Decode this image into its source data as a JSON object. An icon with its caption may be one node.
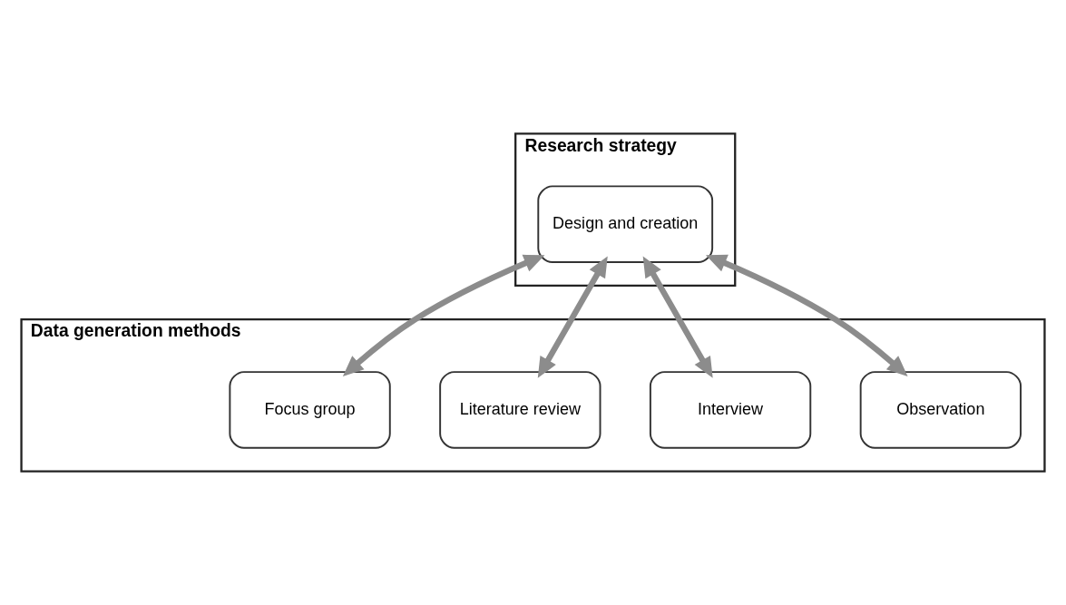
{
  "diagram": {
    "nodes": [
      {
        "text": [
          "Research strategy"
        ]
      },
      {
        "text": [
          "Design and creation"
        ],
        "in": 0
      },
      {
        "text": [
          "Data generation methods"
        ]
      },
      {
        "text": [
          "Focus group"
        ],
        "in": 2
      },
      {
        "text": [
          "Literature review"
        ],
        "in": 2
      },
      {
        "text": [
          "Interview"
        ],
        "in": 2
      },
      {
        "text": [
          "Observation"
        ],
        "in": 2
      }
    ],
    "edges": [
      {
        "from": 1,
        "to": 3,
        "arrow": "both"
      },
      {
        "from": 1,
        "to": 4,
        "arrow": "both"
      },
      {
        "from": 1,
        "to": 5,
        "arrow": "both"
      },
      {
        "from": 1,
        "to": 6,
        "arrow": "both"
      }
    ]
  }
}
